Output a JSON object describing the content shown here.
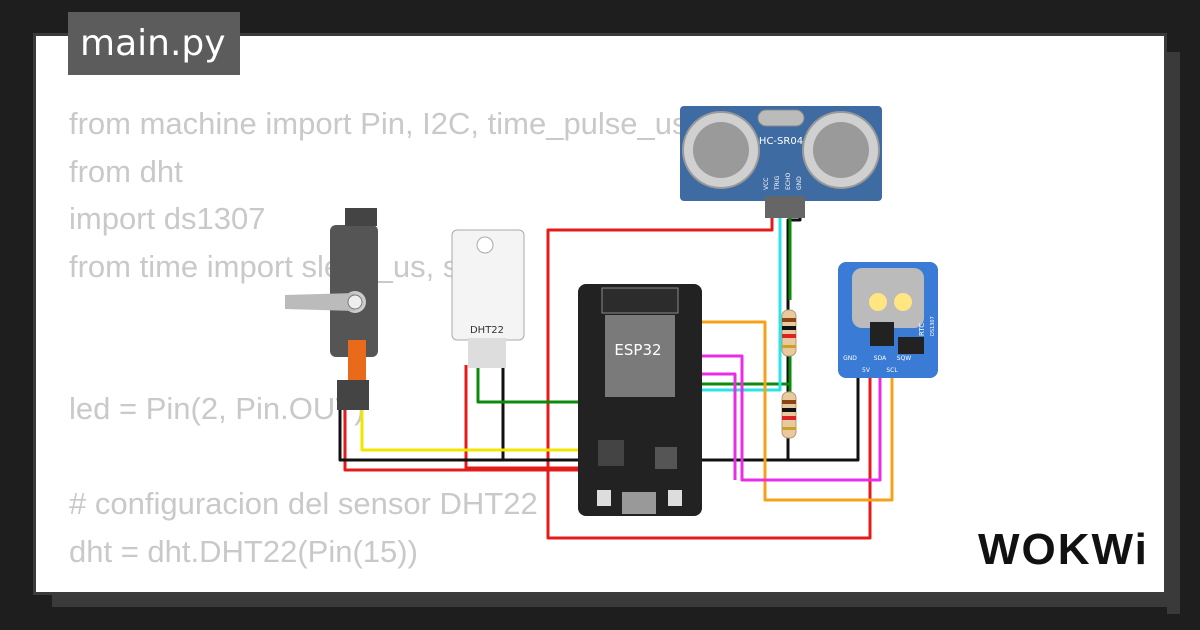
{
  "file_tab": {
    "label": "main.py"
  },
  "code_lines": [
    "from machine import Pin, I2C, time_pulse_us",
    "from dht",
    "import ds1307",
    "from time import sleep_us, sleep",
    "",
    "",
    "led = Pin(2, Pin.OUT)",
    "",
    "# configuracion del sensor DHT22",
    "dht = dht.DHT22(Pin(15))"
  ],
  "components": {
    "ultrasonic_label": "HC-SR04",
    "ultrasonic_pins": [
      "VCC",
      "TRIG",
      "ECHO",
      "GND"
    ],
    "dht_label": "DHT22",
    "esp32_label": "ESP32",
    "rtc_label": "RTC",
    "rtc_chip": "DS1307",
    "rtc_pins": [
      "GND",
      "5V",
      "SDA",
      "SCL",
      "SQW"
    ]
  },
  "brand": {
    "logo_text": "WOKWi"
  },
  "colors": {
    "wire_red": "#e31b1b",
    "wire_black": "#111111",
    "wire_yellow": "#f2e600",
    "wire_green": "#0b8a0b",
    "wire_cyan": "#2de3e8",
    "wire_orange": "#f5a11a",
    "wire_magenta": "#e82ce8",
    "pcb_blue": "#3a7bd5"
  }
}
